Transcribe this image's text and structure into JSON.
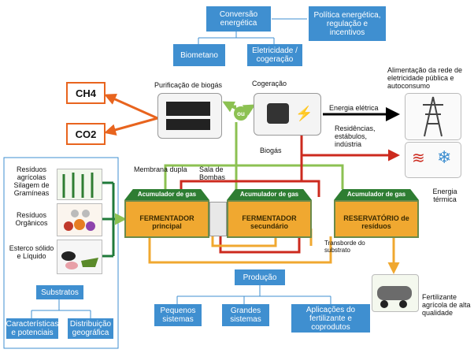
{
  "top": {
    "conversao": "Conversão energética",
    "politica": "Política energética, regulação e incentivos",
    "biometano": "Biometano",
    "eletricidade": "Eletricidade / cogeração"
  },
  "gases": {
    "ch4": "CH4",
    "co2": "CO2"
  },
  "labels": {
    "purificacao": "Purificação de biogás",
    "cogeracao": "Cogeração",
    "ou": "ou",
    "energia_eletrica": "Energia elétrica",
    "alimentacao": "Alimentação da rede de eletricidade pública e autoconsumo",
    "residencias": "Residências, estábulos, indústria",
    "biogas": "Biogás",
    "energia_termica": "Energia térmica",
    "membrana": "Membrana dupla",
    "sala": "Sala de Bombas",
    "transborde": "Transborde do substrato",
    "fertilizante": "Fertilizante agrícola de alta qualidade"
  },
  "inputs": {
    "residuos_agricolas": "Resíduos agrícolas Silagem de Gramíneas",
    "residuos_organicos": "Resíduos Orgânicos",
    "esterco": "Esterco sólido e Líquido"
  },
  "tanks": {
    "cap": "Acumulador de gas",
    "t1": "FERMENTADOR principal",
    "t2": "FERMENTADOR secundário",
    "t3": "RESERVATÓRIO de resíduos"
  },
  "substratos": {
    "title": "Substratos",
    "carac": "Características e potenciais",
    "dist": "Distribuição geográfica"
  },
  "producao": {
    "title": "Produção",
    "pequenos": "Pequenos sistemas",
    "grandes": "Grandes sistemas",
    "aplicacoes": "Aplicações do fertilizante e coprodutos"
  },
  "colors": {
    "blue": "#3f8fd0",
    "green": "#8cc152",
    "darkgreen": "#1f7a3a",
    "red": "#cc2a1e",
    "orange": "#f0a830",
    "gasorange": "#e8641e"
  }
}
